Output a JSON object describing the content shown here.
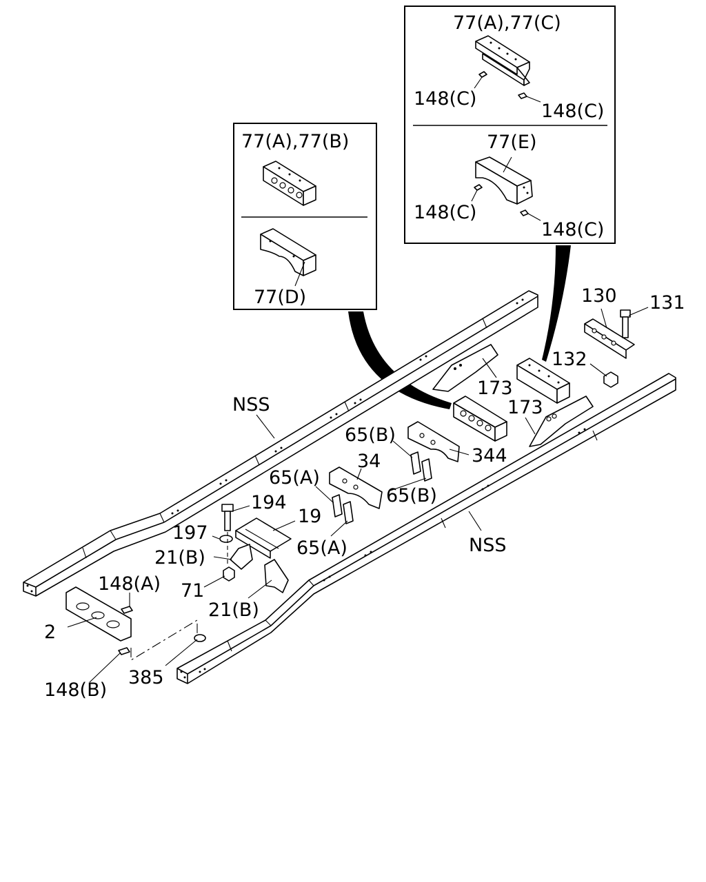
{
  "labels": {
    "inset_right_top": "77(A),77(C)",
    "inset_right_148_1": "148(C)",
    "inset_right_148_2": "148(C)",
    "inset_right_mid": "77(E)",
    "inset_right_148_3": "148(C)",
    "inset_right_148_4": "148(C)",
    "inset_left_top": "77(A),77(B)",
    "inset_left_bottom": "77(D)",
    "p130": "130",
    "p131": "131",
    "p132": "132",
    "nss_upper": "NSS",
    "nss_lower": "NSS",
    "p173_a": "173",
    "p173_b": "173",
    "p65b_1": "65(B)",
    "p344": "344",
    "p34": "34",
    "p65a_1": "65(A)",
    "p65b_2": "65(B)",
    "p194": "194",
    "p19": "19",
    "p197": "197",
    "p65a_2": "65(A)",
    "p21b_1": "21(B)",
    "p148a": "148(A)",
    "p71": "71",
    "p21b_2": "21(B)",
    "p2": "2",
    "p385": "385",
    "p148b": "148(B)"
  }
}
